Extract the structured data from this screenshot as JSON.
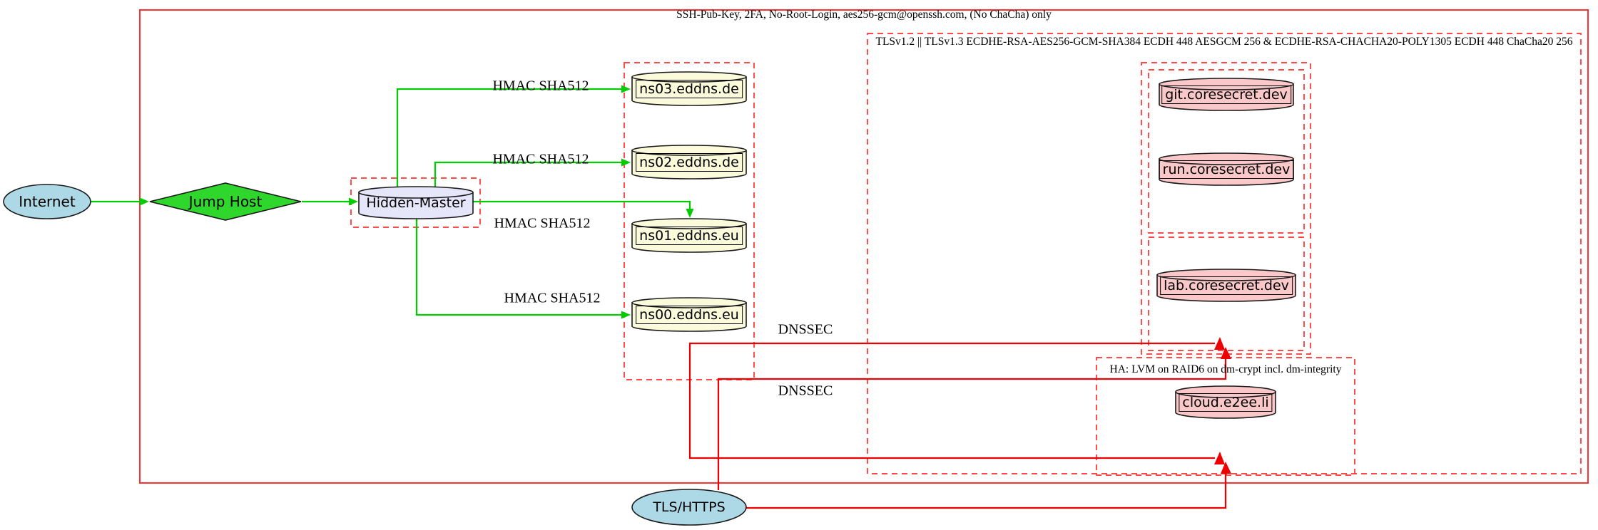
{
  "diagram": {
    "title_note": "network security topology diagram",
    "clusters": {
      "ssh": {
        "label": "SSH-Pub-Key, 2FA, No-Root-Login, aes256-gcm@openssh.com, (No ChaCha) only"
      },
      "tls": {
        "label": "TLSv1.2 || TLSv1.3 ECDHE-RSA-AES256-GCM-SHA384 ECDH 448 AESGCM 256 & ECDHE-RSA-CHACHA20-POLY1305 ECDH 448 ChaCha20 256"
      },
      "ha": {
        "label": "HA: LVM on RAID6 on dm-crypt incl. dm-integrity"
      }
    },
    "nodes": {
      "internet": {
        "label": "Internet",
        "shape": "ellipse",
        "fill": "#add8e6"
      },
      "jump_host": {
        "label": "Jump Host",
        "shape": "diamond",
        "fill": "#2fd62c"
      },
      "hidden_master": {
        "label": "Hidden-Master",
        "shape": "cylinder",
        "fill": "#e6e6fa"
      },
      "ns03": {
        "label": "ns03.eddns.de",
        "shape": "cylinder",
        "fill": "#fbfbdc"
      },
      "ns02": {
        "label": "ns02.eddns.de",
        "shape": "cylinder",
        "fill": "#fbfbdc"
      },
      "ns01": {
        "label": "ns01.eddns.eu",
        "shape": "cylinder",
        "fill": "#fbfbdc"
      },
      "ns00": {
        "label": "ns00.eddns.eu",
        "shape": "cylinder",
        "fill": "#fbfbdc"
      },
      "git": {
        "label": "git.coresecret.dev",
        "shape": "cylinder",
        "fill": "#fac8c8"
      },
      "run": {
        "label": "run.coresecret.dev",
        "shape": "cylinder",
        "fill": "#fac8c8"
      },
      "lab": {
        "label": "lab.coresecret.dev",
        "shape": "cylinder",
        "fill": "#fac8c8"
      },
      "cloud": {
        "label": "cloud.e2ee.li",
        "shape": "cylinder",
        "fill": "#fac8c8"
      },
      "tls_https": {
        "label": "TLS/HTTPS",
        "shape": "ellipse",
        "fill": "#add8e6"
      }
    },
    "edge_labels": {
      "hmac1": "HMAC SHA512",
      "hmac2": "HMAC SHA512",
      "hmac3": "HMAC SHA512",
      "hmac4": "HMAC SHA512",
      "dnssec1": "DNSSEC",
      "dnssec2": "DNSSEC"
    },
    "colors": {
      "green_edge": "#00cc00",
      "red_edge": "#ee0000",
      "red_cluster": "#ff3030",
      "node_border": "#1a1a1a"
    }
  }
}
